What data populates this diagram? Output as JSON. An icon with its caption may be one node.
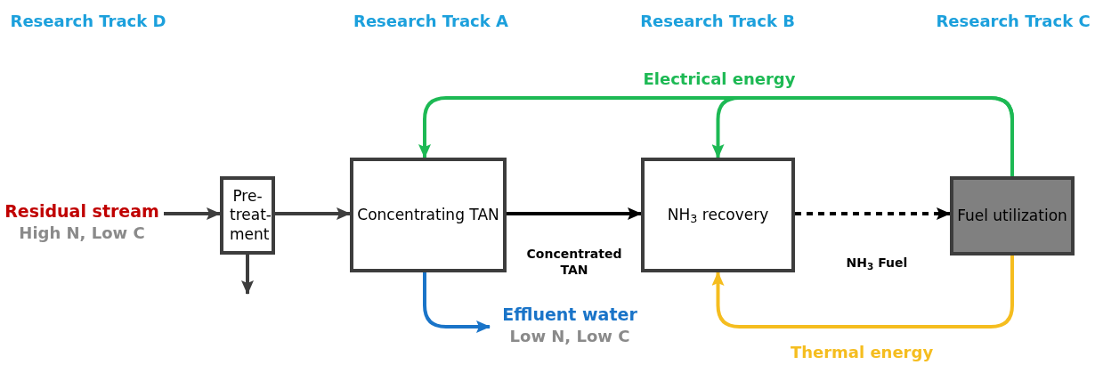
{
  "diagram": {
    "nodes": [
      {
        "text": [
          "Residual stream",
          "High N, Low C"
        ]
      },
      {
        "text": [
          "Pre- treat- ment"
        ]
      },
      {
        "text": [
          "Concentrating TAN"
        ]
      },
      {
        "text": [
          "NH$_{3}$ recovery"
        ]
      },
      {
        "text": [
          "Fuel utilization"
        ]
      },
      {
        "text": [
          "Effluent water",
          "Low N, Low C"
        ]
      }
    ],
    "edges": [
      {
        "from": 0,
        "to": 1,
        "arrow": "to"
      },
      {
        "from": 1,
        "to": 2,
        "arrow": "to"
      },
      {
        "from": 1,
        "to": null,
        "arrow": "to"
      },
      {
        "from": 2,
        "to": 3,
        "arrow": "to",
        "label": "Concentrated TAN",
        "color": "#000000"
      },
      {
        "from": 3,
        "to": 4,
        "arrow": "to",
        "label": "NH$_{3}$ Fuel",
        "style": "dashed",
        "color": "#000000"
      },
      {
        "from": 4,
        "to": 2,
        "arrow": "to",
        "label": "Electrical energy",
        "color": "#1db954"
      },
      {
        "from": 4,
        "to": 3,
        "arrow": "to",
        "color": "#1db954"
      },
      {
        "from": 4,
        "to": 3,
        "arrow": "to",
        "label": "Thermal energy",
        "color": "#f5bd1f"
      },
      {
        "from": 2,
        "to": 5,
        "arrow": "to",
        "color": "#1a74c8"
      }
    ],
    "labels": [
      "Research Track D",
      "Research Track A",
      "Research Track B",
      "Research Track C"
    ]
  }
}
